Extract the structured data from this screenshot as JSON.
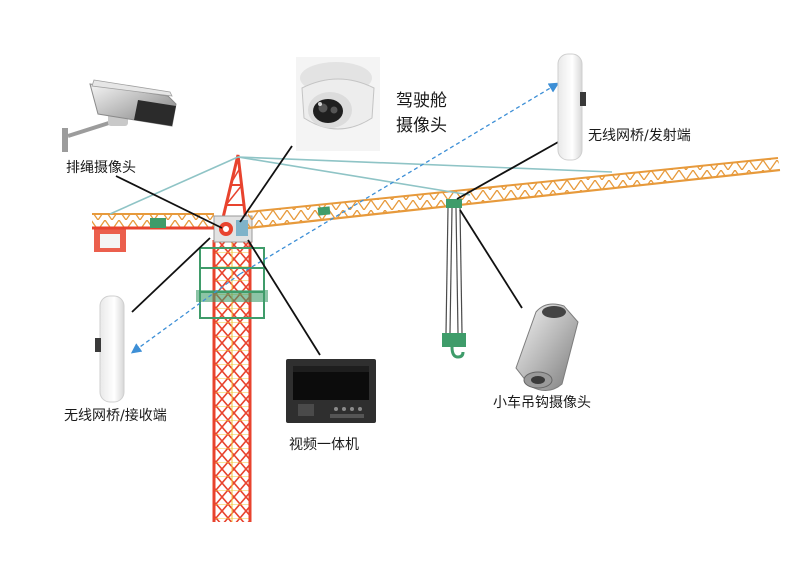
{
  "labels": {
    "cable_camera": "排绳摄像头",
    "cab_camera_line1": "驾驶舱",
    "cab_camera_line2": "摄像头",
    "bridge_transmitter": "无线网桥/发射端",
    "bridge_receiver": "无线网桥/接收端",
    "video_unit": "视频一体机",
    "trolley_hook_camera": "小车吊钩摄像头"
  },
  "colors": {
    "crane_red": "#e8432e",
    "crane_yellow": "#f2c43a",
    "jib_orange": "#e79a3c",
    "wireless_link": "#3d8fd6",
    "callout_line": "#111111"
  }
}
